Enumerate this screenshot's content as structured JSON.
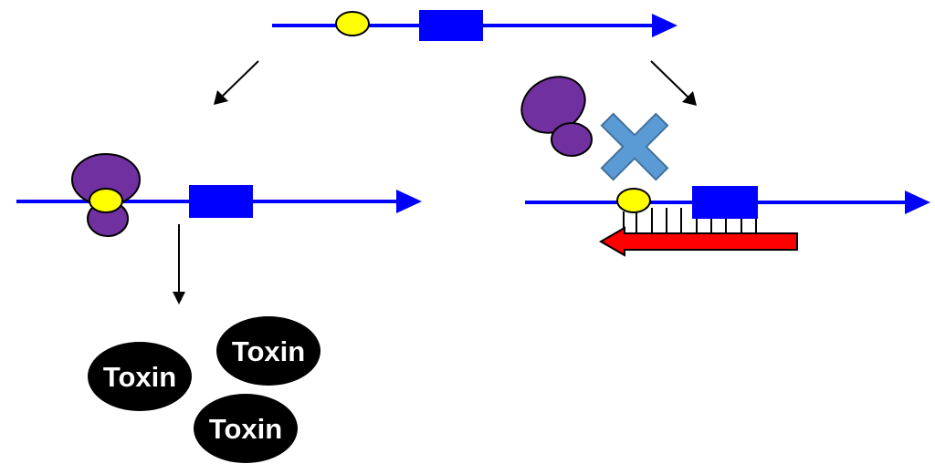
{
  "toxins": [
    {
      "label": "Toxin"
    },
    {
      "label": "Toxin"
    },
    {
      "label": "Toxin"
    }
  ],
  "colors": {
    "dna_strand": "#0000ff",
    "gene_box": "#0000ff",
    "promoter": "#ffff00",
    "repressor_protein": "#7030a0",
    "block_cross": "#5b9bd5",
    "antisense_rna": "#ff0000",
    "toxin": "#000000",
    "toxin_text": "#ffffff",
    "arrow": "#000000"
  },
  "icons": {
    "block": "cross-icon",
    "flow": "arrow-icon"
  }
}
